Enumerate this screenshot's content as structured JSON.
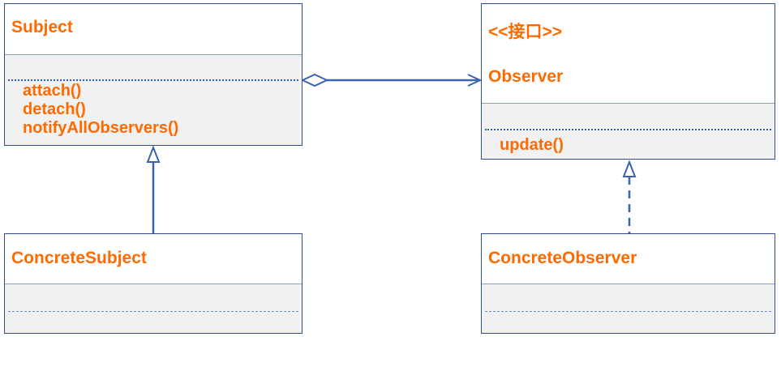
{
  "colors": {
    "text": "#ff6a00",
    "border": "#2f4f8f",
    "line": "#3a62b0",
    "body_bg": "#f1f1f1"
  },
  "classes": {
    "subject": {
      "name": "Subject",
      "operations": [
        "attach()",
        "detach()",
        "notifyAllObservers()"
      ]
    },
    "observer": {
      "stereotype": "<<接口>>",
      "name": "Observer",
      "operations": [
        "update()"
      ]
    },
    "concrete_subject": {
      "name": "ConcreteSubject"
    },
    "concrete_observer": {
      "name": "ConcreteObserver"
    }
  },
  "relations": [
    {
      "type": "aggregation",
      "from": "Subject",
      "to": "Observer"
    },
    {
      "type": "generalization",
      "from": "ConcreteSubject",
      "to": "Subject"
    },
    {
      "type": "realization",
      "from": "ConcreteObserver",
      "to": "Observer"
    }
  ]
}
